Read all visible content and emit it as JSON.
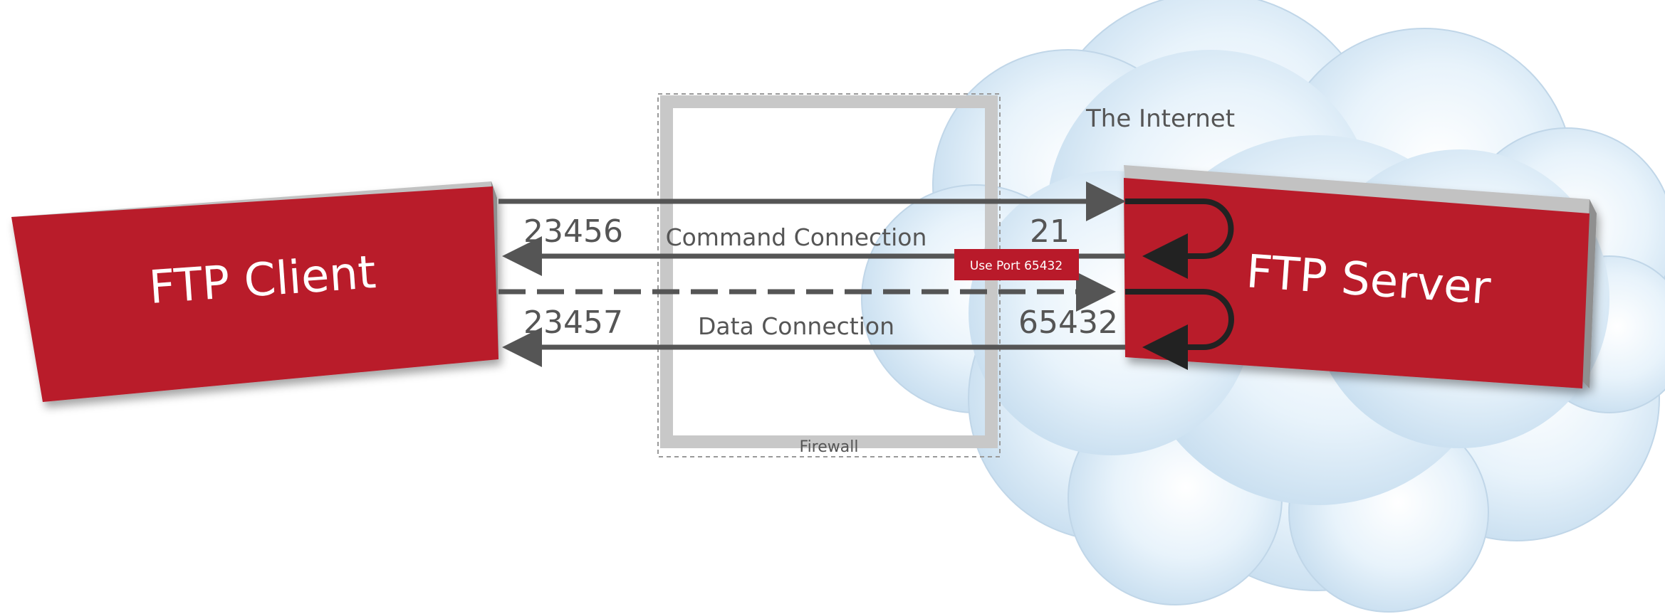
{
  "colors": {
    "box_red": "#b91a2a",
    "box_top": "#bdbdbd",
    "box_side": "#9e9e9e",
    "arrow": "#555555",
    "firewall": "#c8c8c8",
    "cloud": "#dcecf7"
  },
  "internet": {
    "label": "The Internet"
  },
  "client": {
    "label": "FTP Client"
  },
  "server": {
    "label": "FTP Server"
  },
  "firewall": {
    "label": "Firewall"
  },
  "command": {
    "client_port": "23456",
    "label": "Command Connection",
    "server_port": "21",
    "reply": "Use Port 65432"
  },
  "data": {
    "client_port": "23457",
    "label": "Data Connection",
    "server_port": "65432"
  }
}
